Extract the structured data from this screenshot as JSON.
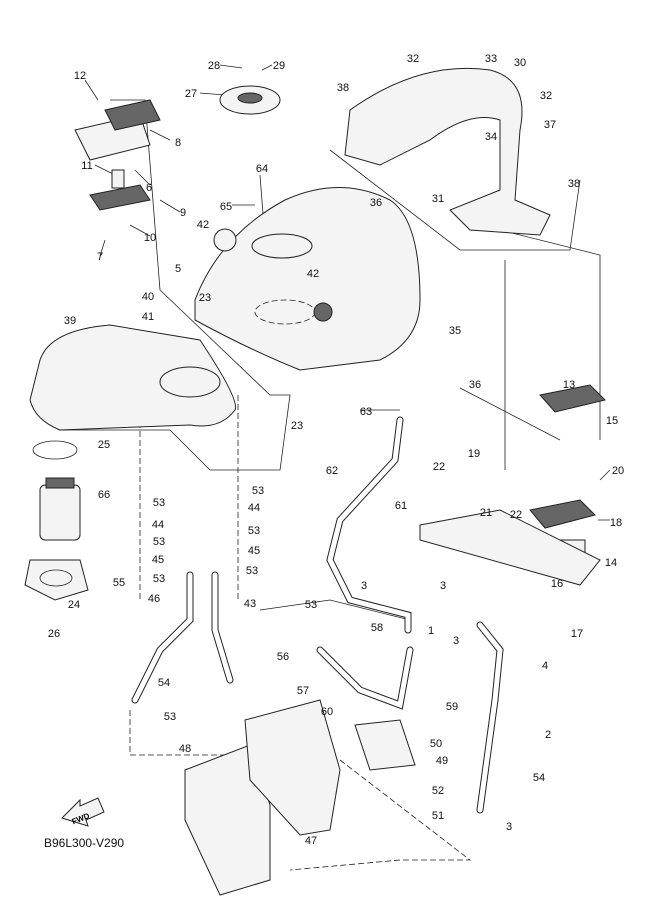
{
  "diagram": {
    "code": "B96L300-V290",
    "fwd_label": "FWD",
    "callouts": [
      "12",
      "8",
      "11",
      "6",
      "9",
      "10",
      "7",
      "28",
      "29",
      "27",
      "64",
      "65",
      "42",
      "5",
      "42",
      "40",
      "41",
      "23",
      "39",
      "25",
      "66",
      "24",
      "26",
      "32",
      "33",
      "30",
      "32",
      "38",
      "34",
      "37",
      "36",
      "31",
      "38",
      "35",
      "36",
      "63",
      "23",
      "13",
      "19",
      "15",
      "20",
      "22",
      "62",
      "61",
      "21",
      "22",
      "18",
      "14",
      "16",
      "17",
      "53",
      "53",
      "44",
      "44",
      "53",
      "53",
      "45",
      "45",
      "53",
      "53",
      "55",
      "46",
      "43",
      "3",
      "3",
      "1",
      "3",
      "58",
      "53",
      "56",
      "4",
      "54",
      "57",
      "60",
      "59",
      "50",
      "2",
      "53",
      "49",
      "54",
      "48",
      "52",
      "51",
      "3",
      "47"
    ]
  }
}
